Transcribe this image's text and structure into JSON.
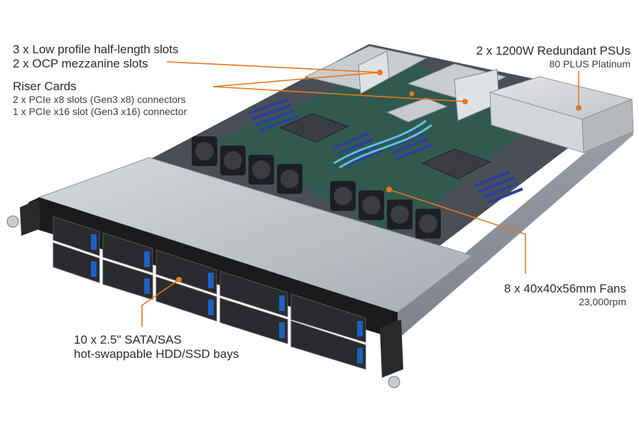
{
  "callouts": {
    "slots": {
      "line1": "3 x Low profile half-length slots",
      "line2": "2 x OCP mezzanine slots"
    },
    "riser": {
      "title": "Riser Cards",
      "line1": "2 x PCIe x8 slots (Gen3 x8) connectors",
      "line2": "1 x PCIe x16 slot (Gen3 x16) connector"
    },
    "psu": {
      "title": "2 x 1200W Redundant PSUs",
      "sub": "80 PLUS Platinum"
    },
    "fans": {
      "title": "8 x 40x40x56mm Fans",
      "sub": "23,000rpm"
    },
    "bays": {
      "line1": "10 x 2.5\" SATA/SAS",
      "line2": "hot-swappable HDD/SSD bays"
    }
  },
  "colors": {
    "accent": "#e87722",
    "drive_latch": "#1f5fbf",
    "dimm": "#2a3f9a",
    "chassis": "#b9bec4",
    "bezel": "#1b1b1b"
  }
}
